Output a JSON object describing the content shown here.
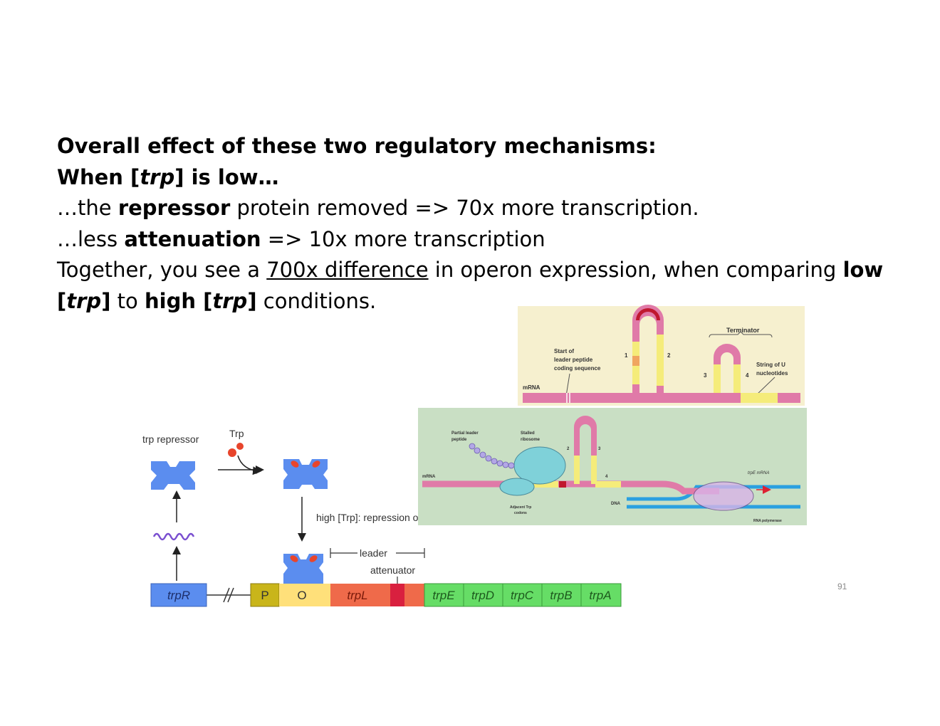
{
  "slide": {
    "title": "Overall effect of these two regulatory mechanisms:",
    "when_prefix": "When [",
    "when_trp": "trp",
    "when_suffix": "] is low…",
    "b1_prefix": "…the ",
    "b1_bold": "repressor",
    "b1_rest": " protein removed => 70x more transcription.",
    "b2_prefix": "…less ",
    "b2_bold": "attenuation",
    "b2_rest": " => 10x more transcription",
    "t_pre": "Together, you see a ",
    "t_under": "700x difference",
    "t_mid": " in operon expression, when comparing ",
    "t_low": "low",
    "t2_open": "[",
    "t2_trp": "trp",
    "t2_close": "]",
    "t2_to": " to ",
    "t2_high": "high [",
    "t2_trp2": "trp",
    "t2_close2": "]",
    "t2_end": " conditions.",
    "page_number": "91"
  },
  "operon_diagram": {
    "repressor_label": "trp repressor",
    "trp_label": "Trp",
    "high_trp_label": "high [Trp]: repression occurs",
    "leader_label": "leader",
    "attenuator_label": "attenuator",
    "genes": [
      "trpR",
      "P",
      "O",
      "trpL",
      "trpE",
      "trpD",
      "trpC",
      "trpB",
      "trpA"
    ]
  },
  "terminator_diagram": {
    "terminator": "Terminator",
    "start_line1": "Start of",
    "start_line2": "leader peptide",
    "start_line3": "coding sequence",
    "mrna": "mRNA",
    "string_line1": "String of U",
    "string_line2": "nucleotides",
    "n1": "1",
    "n2": "2",
    "n3": "3",
    "n4": "4"
  },
  "ribosome_diagram": {
    "partial_line1": "Partial leader",
    "partial_line2": "peptide",
    "stalled_line1": "Stalled",
    "stalled_line2": "ribosome",
    "mrna": "mRNA",
    "adjacent_line1": "Adjacent Trp",
    "adjacent_line2": "codons",
    "dna": "DNA",
    "trpe_mrna": "trpE mRNA",
    "rna_pol": "RNA polymerase",
    "n2": "2",
    "n3": "3",
    "n4": "4"
  },
  "colors": {
    "repressor_blue": "#5b8def",
    "trp_red": "#e8452c",
    "mrna_pink": "#e07aa8",
    "stem_yellow": "#f5ec7a",
    "panel_yellow": "#f6f0cf",
    "panel_green": "#c9dfc4",
    "gene_green": "#66dd66"
  }
}
